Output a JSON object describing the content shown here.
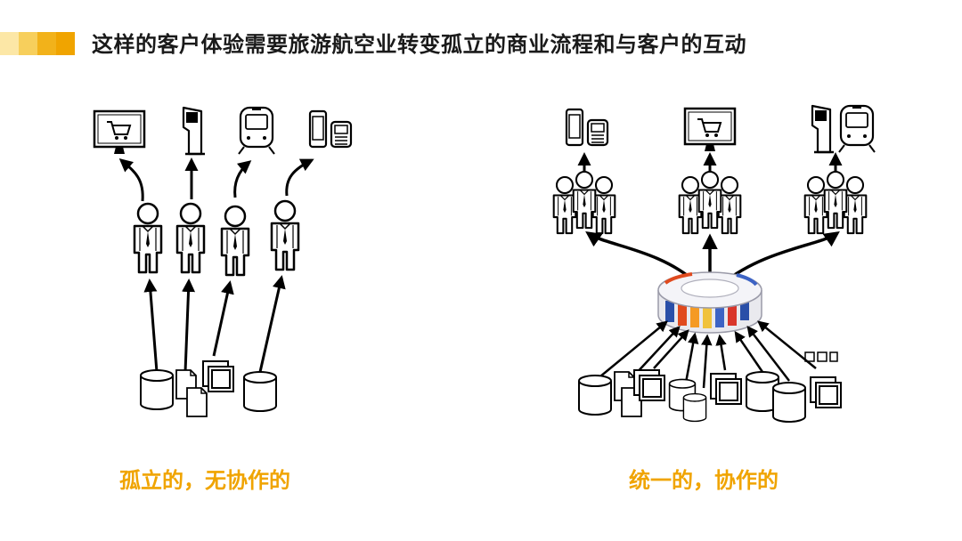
{
  "header": {
    "title": "这样的客户体验需要旅游航空业转变孤立的商业流程和与客户的互动",
    "accent_colors": [
      "#fce7a6",
      "#f7cf5c",
      "#f2b21a",
      "#f0a400"
    ]
  },
  "left_panel": {
    "caption": "孤立的，无协作的",
    "caption_color": "#f0a400",
    "channels": [
      "shopping-cart-monitor-icon",
      "kiosk-icon",
      "train-icon",
      "mobile-phones-icon"
    ]
  },
  "right_panel": {
    "caption": "统一的，协作的",
    "caption_color": "#f0a400",
    "channels": [
      "mobile-phones-icon",
      "shopping-cart-monitor-icon",
      "kiosk-and-train-icon"
    ],
    "hub": "integration-hub-icon"
  }
}
